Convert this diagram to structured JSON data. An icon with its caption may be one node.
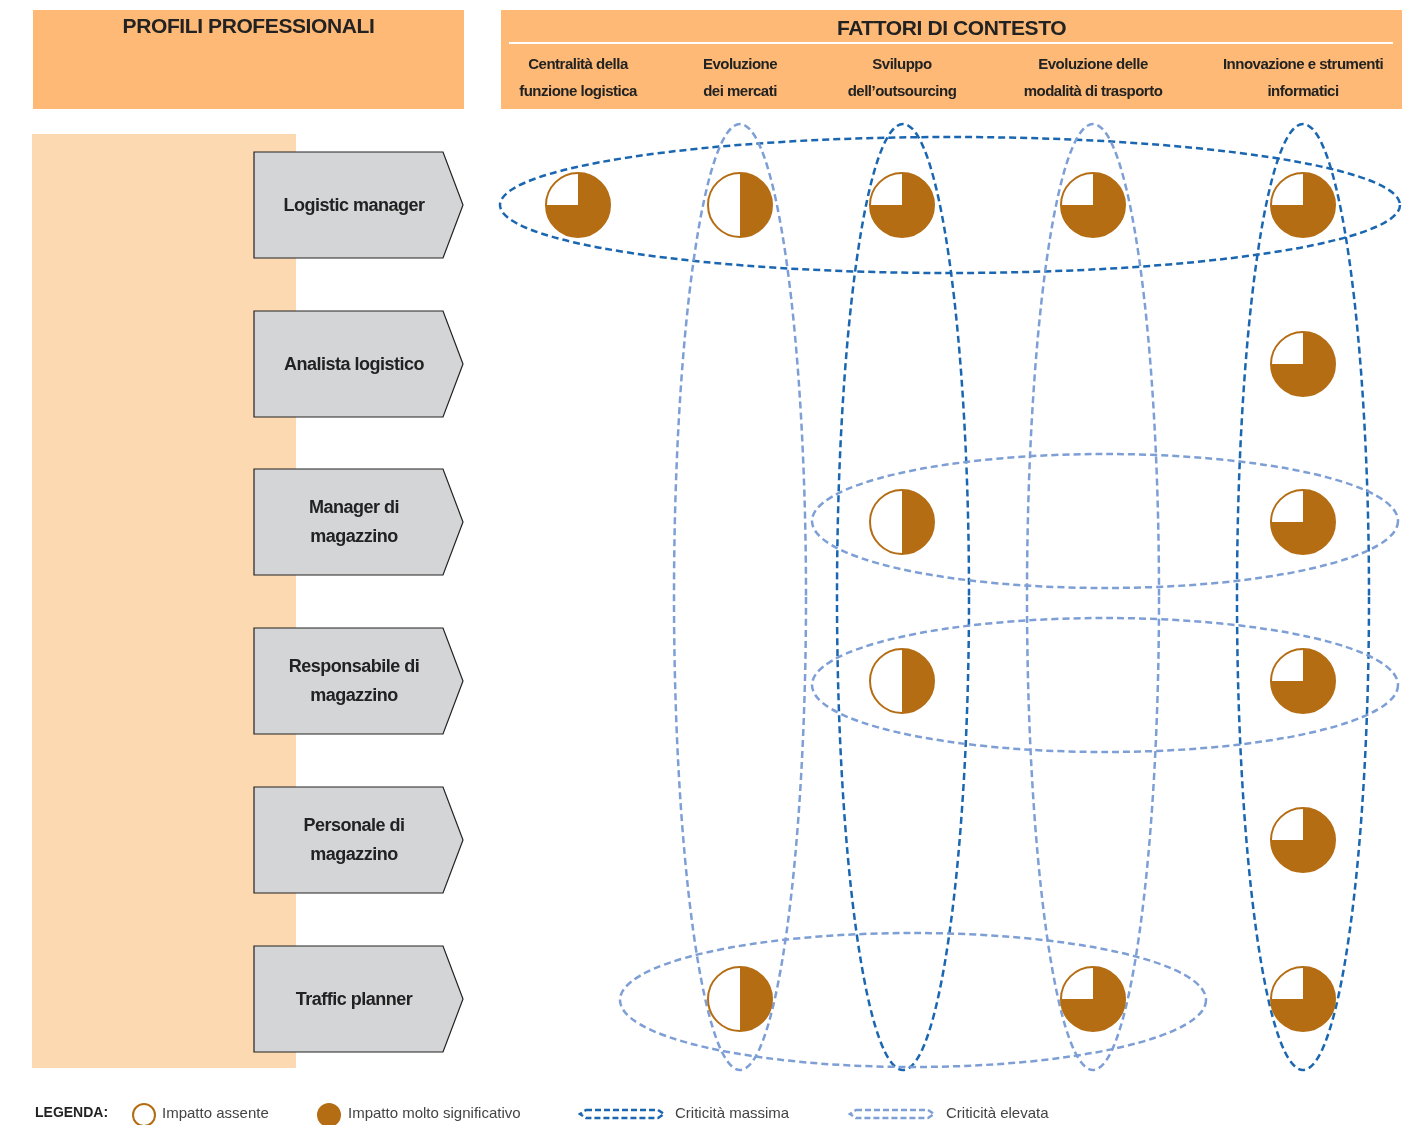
{
  "diagram": {
    "nodes": [
      {
        "text": [
          "PROFILI PROFESSIONALI"
        ]
      },
      {
        "text": [
          "FATTORI DI CONTESTO",
          "Centralità della funzione logistica",
          "Evoluzione dei mercati",
          "Sviluppo dell’outsourcing",
          "Evoluzione delle modalità di trasporto",
          "Innovazione e strumenti informatici"
        ]
      },
      {
        "text": [
          "Logistic manager"
        ]
      },
      {
        "text": [
          "Analista logistico"
        ]
      },
      {
        "text": [
          "Manager di magazzino"
        ]
      },
      {
        "text": [
          "Responsabile di magazzino"
        ]
      },
      {
        "text": [
          "Personale di magazzino"
        ]
      },
      {
        "text": [
          "Traffic planner"
        ]
      },
      {
        "text": [],
        "shape": "circle"
      },
      {
        "text": [],
        "shape": "circle"
      },
      {
        "text": [],
        "shape": "circle"
      },
      {
        "text": [],
        "shape": "circle"
      },
      {
        "text": [],
        "shape": "circle"
      },
      {
        "text": [],
        "shape": "circle"
      },
      {
        "text": [],
        "shape": "circle"
      },
      {
        "text": [],
        "shape": "circle"
      },
      {
        "text": [],
        "shape": "circle"
      },
      {
        "text": [],
        "shape": "circle"
      },
      {
        "text": [],
        "shape": "circle"
      },
      {
        "text": [],
        "shape": "circle"
      },
      {
        "text": [],
        "shape": "circle"
      },
      {
        "text": [],
        "shape": "circle"
      }
    ],
    "edges": [],
    "labels": [
      "LEGENDA:"
    ],
    "legend": [
      {
        "text": "Impatto assente"
      },
      {
        "text": "Impatto molto significativo"
      },
      {
        "text": "Criticità massima"
      },
      {
        "text": "Criticità elevata"
      }
    ]
  }
}
